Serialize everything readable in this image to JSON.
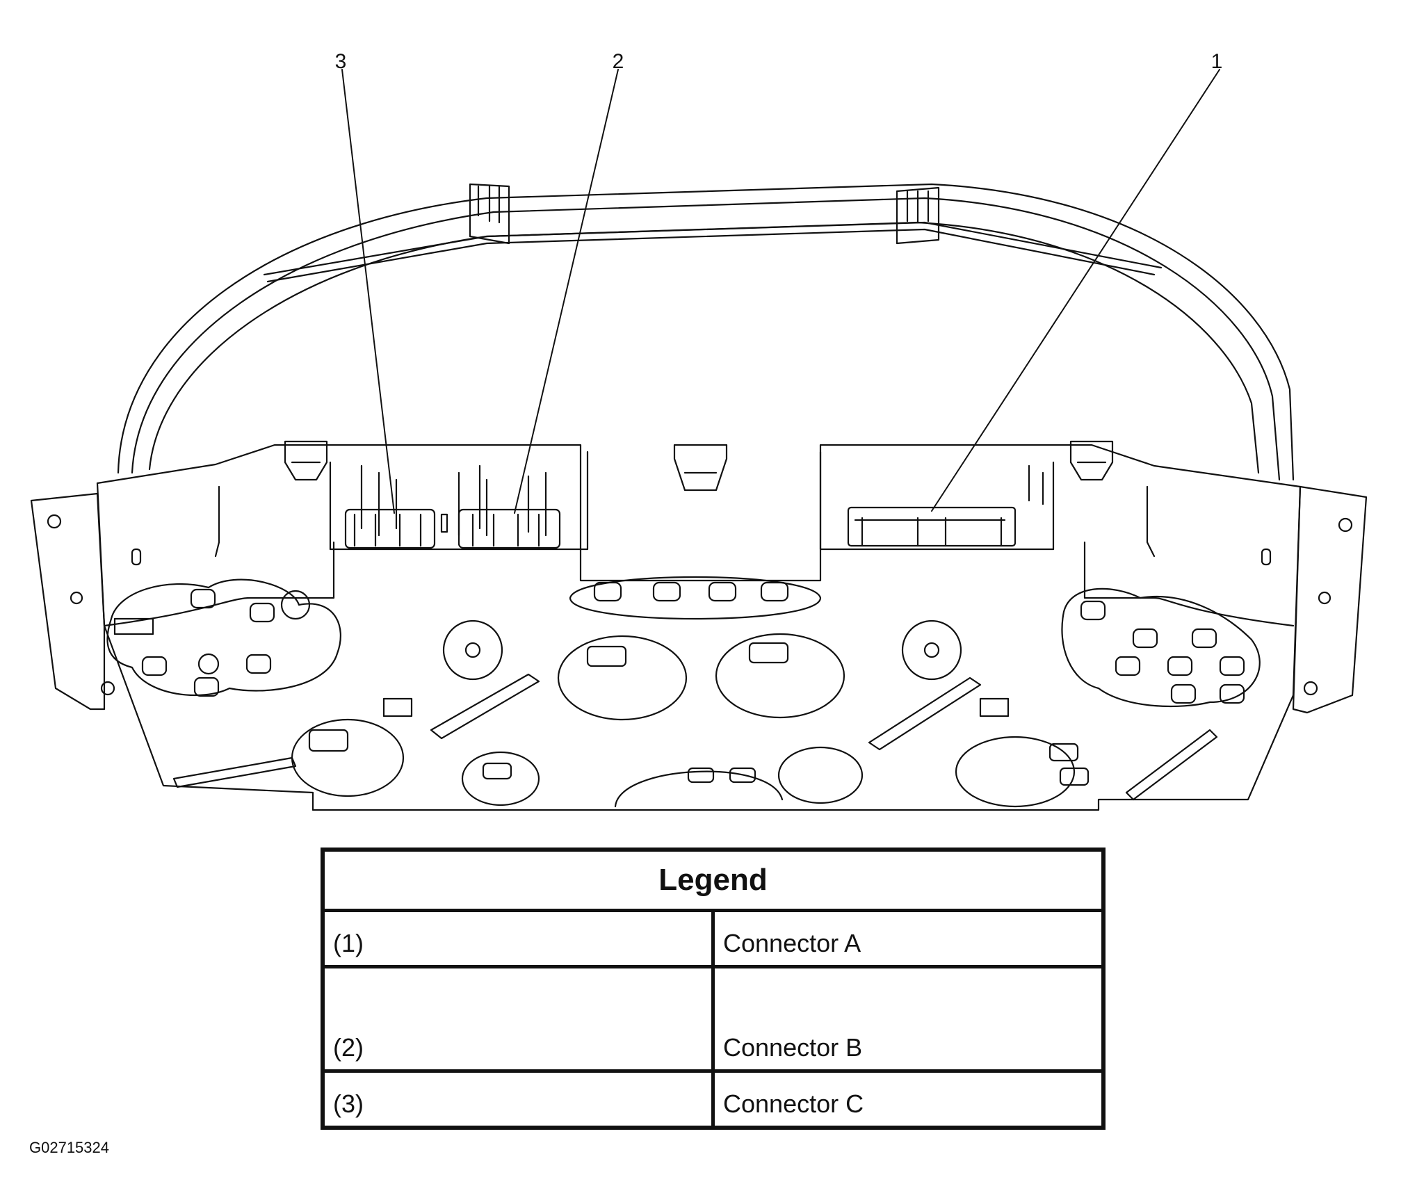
{
  "callouts": {
    "c1": "1",
    "c2": "2",
    "c3": "3"
  },
  "legend": {
    "title": "Legend",
    "rows": [
      {
        "key": "(1)",
        "label": "Connector A"
      },
      {
        "key": "(2)",
        "label": "Connector B"
      },
      {
        "key": "(3)",
        "label": "Connector C"
      }
    ]
  },
  "figure_id": "G02715324"
}
